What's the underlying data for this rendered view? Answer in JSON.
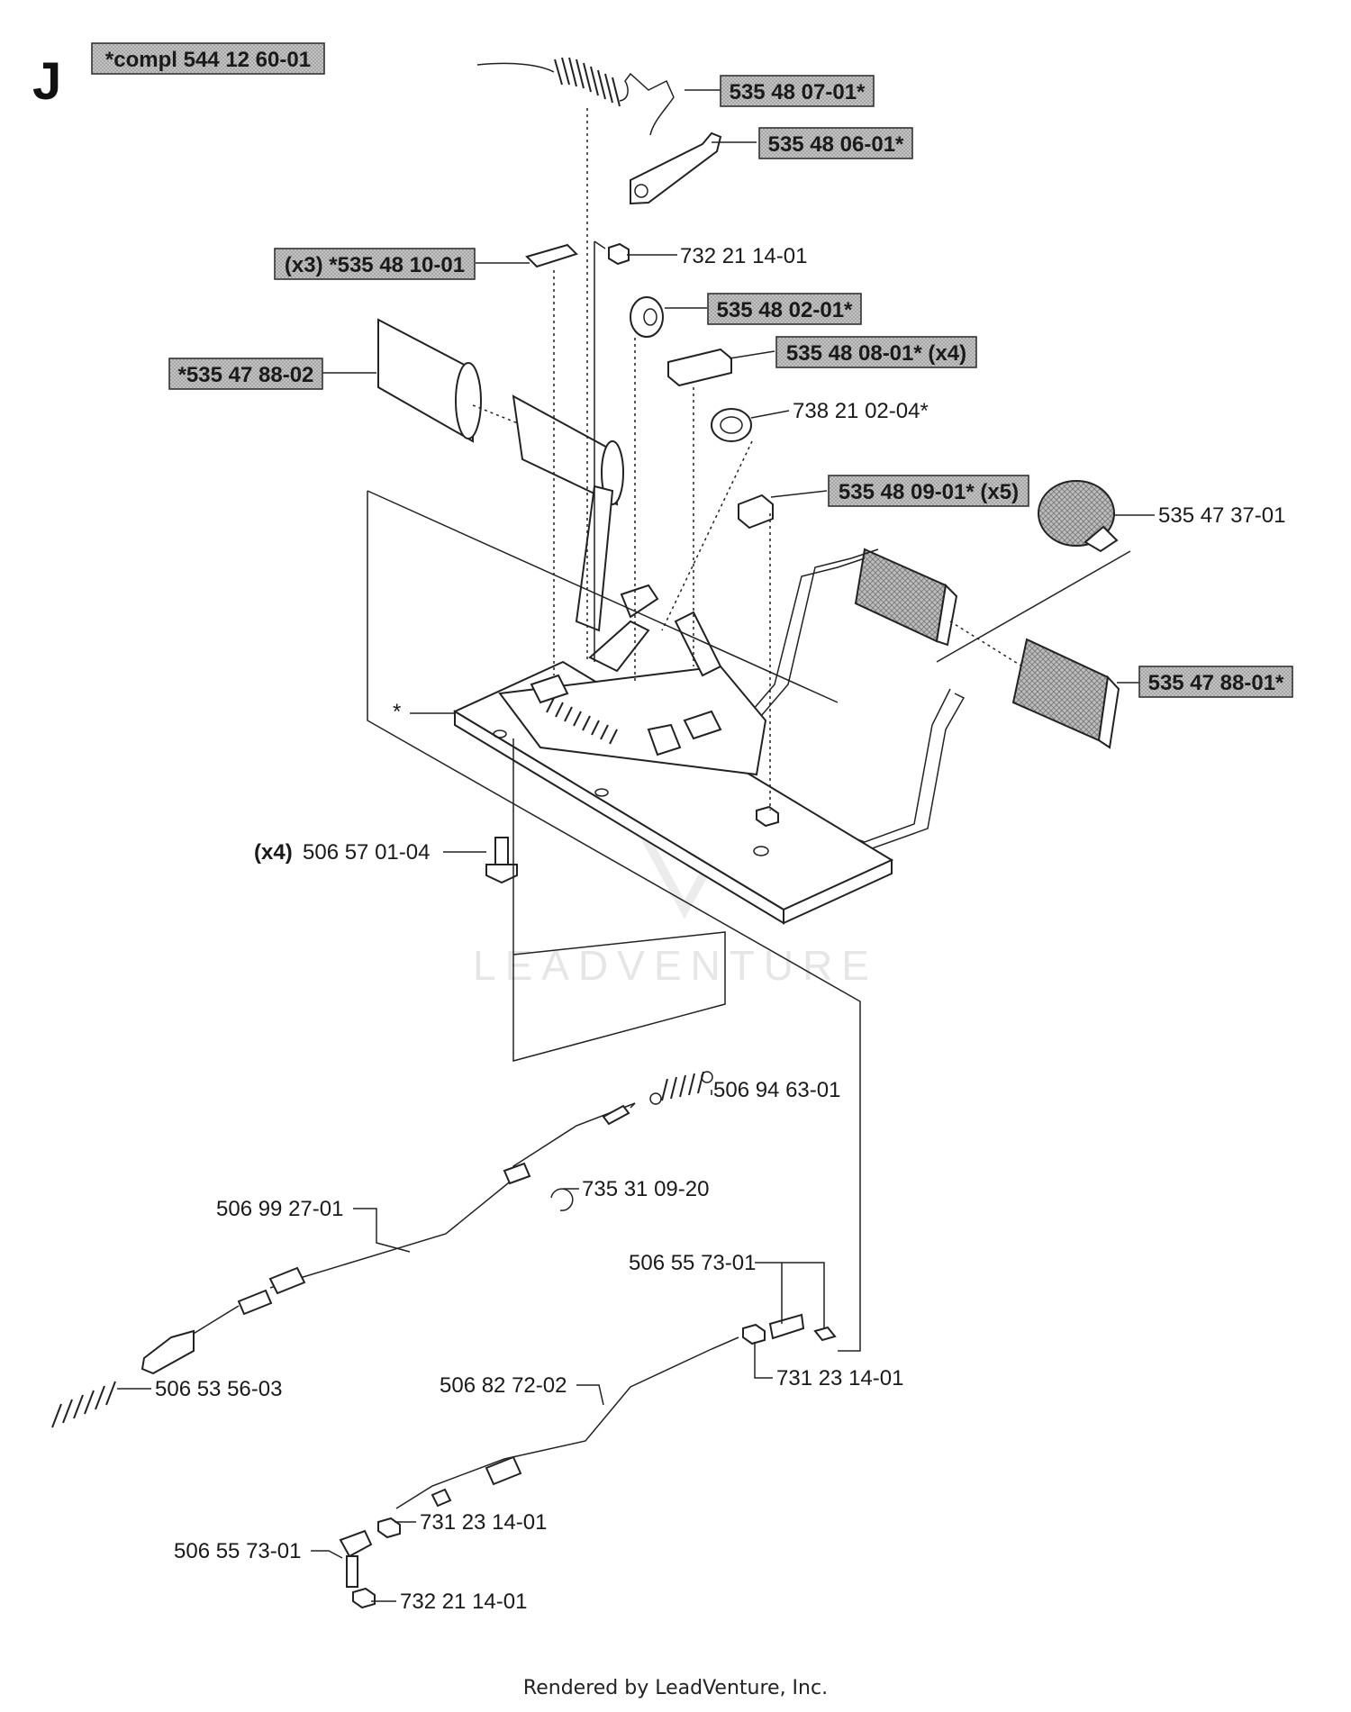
{
  "section_letter": "J",
  "watermark": "LEADVENTURE",
  "footer": "Rendered by LeadVenture, Inc.",
  "boxed_labels": {
    "compl": "*compl 544 12 60-01",
    "p_535480701": "535 48 07-01*",
    "p_535480601": "535 48 06-01*",
    "p_535481001": "(x3) *535 48 10-01",
    "p_535480201": "535 48 02-01*",
    "p_535480801": "535 48 08-01* (x4)",
    "p_535478802": "*535 47 88-02",
    "p_535480901": "535 48 09-01* (x5)",
    "p_535478801": "535 47 88-01*"
  },
  "plain_labels": {
    "p_732211401_top": "732 21 14-01",
    "p_738210204": "738 21 02-04*",
    "p_535473701": "535 47 37-01",
    "star": "*",
    "x4_prefix": "(x4)",
    "p_506570104": "506 57 01-04",
    "p_506946301": "506 94 63-01",
    "p_735310920": "735 31 09-20",
    "p_506992701": "506 99 27-01",
    "p_506557301_top": "506 55 73-01",
    "p_731231401_mid": "731 23 14-01",
    "p_506535603": "506 53 56-03",
    "p_506827202": "506 82 72-02",
    "p_731231401_low": "731 23 14-01",
    "p_506557301_low": "506 55 73-01",
    "p_732211401_low": "732 21 14-01"
  }
}
